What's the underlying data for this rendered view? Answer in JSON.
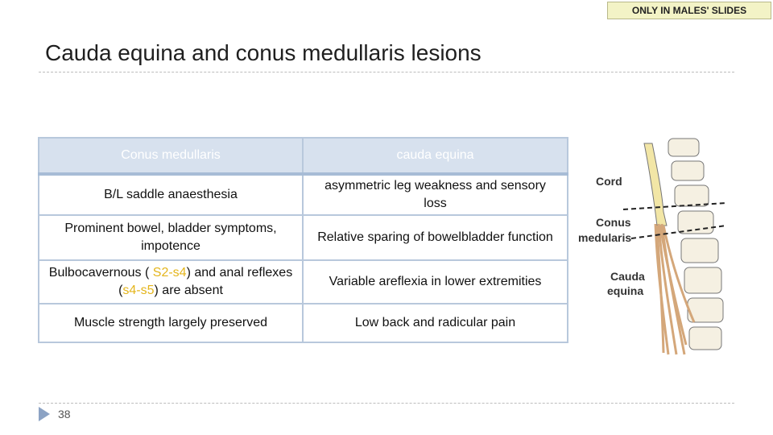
{
  "badge": "ONLY IN MALES' SLIDES",
  "title": "Cauda equina and conus medullaris lesions",
  "table": {
    "headers": [
      "Conus medullaris",
      "cauda equina"
    ],
    "rows": [
      {
        "conus": {
          "text": "B/L saddle anaesthesia"
        },
        "cauda": "asymmetric leg weakness and sensory loss"
      },
      {
        "conus": {
          "text": "Prominent bowel, bladder symptoms, impotence"
        },
        "cauda": "Relative sparing of bowelbladder function"
      },
      {
        "conus": {
          "pre": "Bulbocavernous ( ",
          "hl1": "S2-s4",
          "mid": ") and anal reflexes (",
          "hl2": "s4-s5",
          "post": ") are absent"
        },
        "cauda": "Variable areflexia in lower extremities"
      },
      {
        "conus": {
          "text": "Muscle strength largely preserved"
        },
        "cauda": "Low back and radicular pain"
      }
    ]
  },
  "figure": {
    "labels": {
      "cord": "Cord",
      "conus_line1": "Conus",
      "conus_line2": "medularis",
      "cauda_line1": "Cauda",
      "cauda_line2": "equina"
    },
    "colors": {
      "cord": "#f2e6a6",
      "bone": "#f5f0e2",
      "nerve": "#d4a77a",
      "outline": "#777777"
    }
  },
  "footer": {
    "page_number": "38"
  }
}
